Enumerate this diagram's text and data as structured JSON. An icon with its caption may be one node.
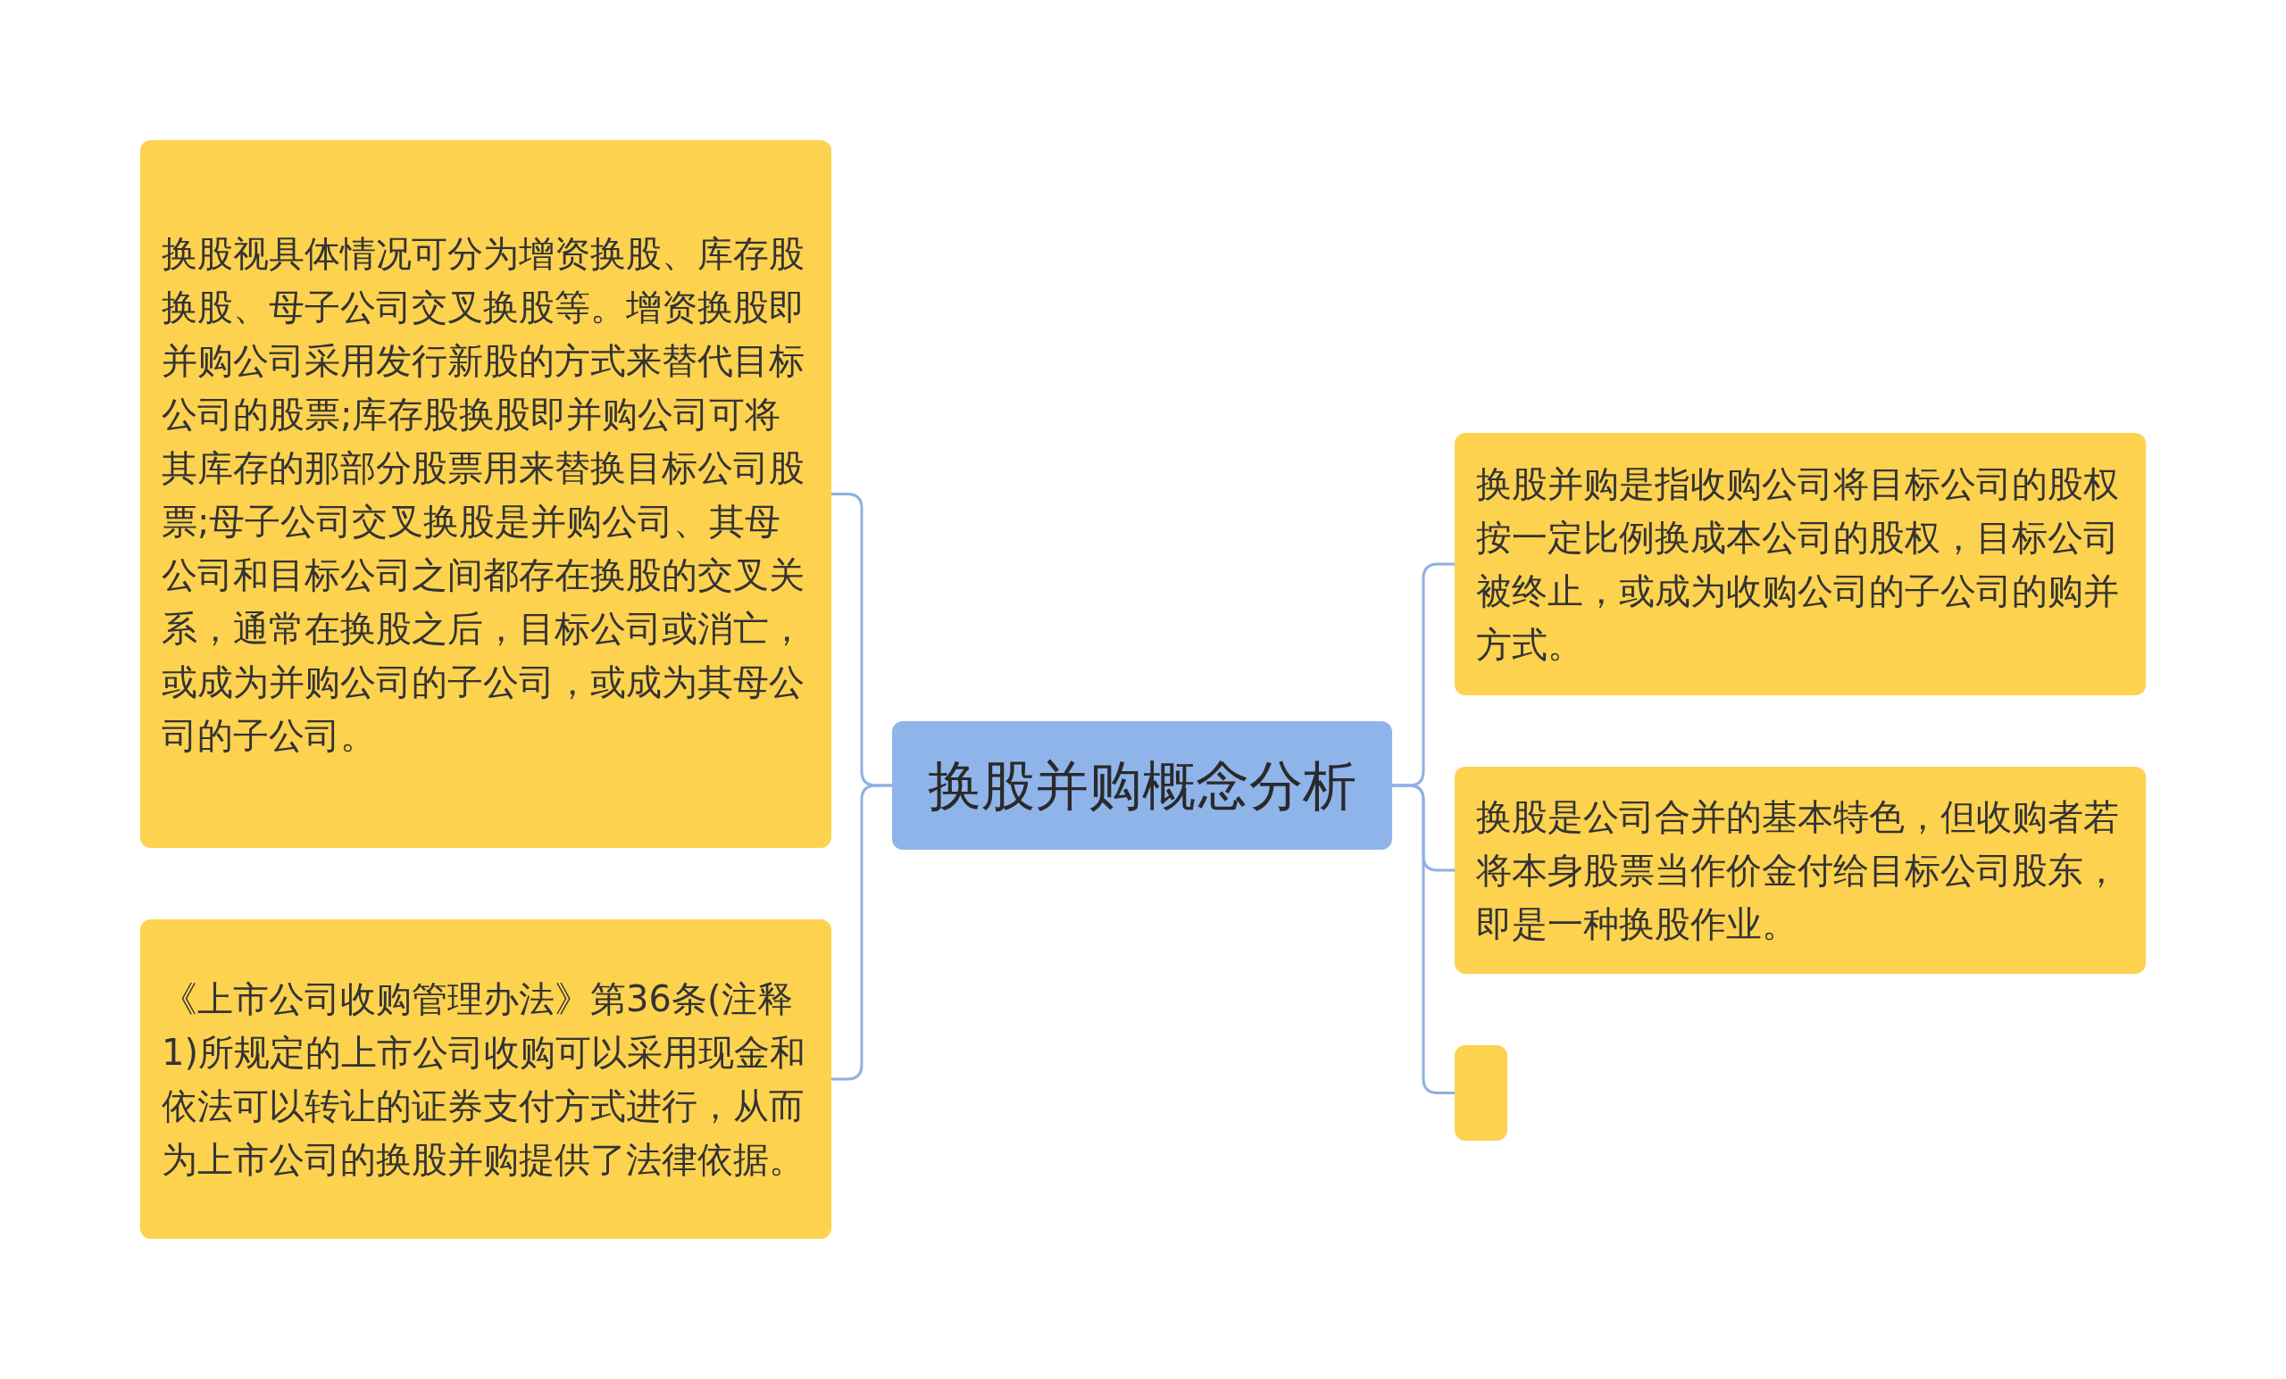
{
  "diagram": {
    "nodes": [
      {
        "text": [
          "换股并购概念分析"
        ]
      },
      {
        "text": [
          "换股视具体情况可分为增资换股、库存股换股、母子公司交叉换股等。增资换股即并购公司采用发行新股的方式来替代目标公司的股票;库存股换股即并购公司可将其库存的那部分股票用来替换目标公司股票;母子公司交叉换股是并购公司、其母公司和目标公司之间都存在换股的交叉关系，通常在换股之后，目标公司或消亡，或成为并购公司的子公司，或成为其母公司的子公司。"
        ]
      },
      {
        "text": [
          "《上市公司收购管理办法》第36条(注释1)所规定的上市公司收购可以采用现金和依法可以转让的证券支付方式进行，从而为上市公司的换股并购提供了法律依据。"
        ]
      },
      {
        "text": [
          "换股并购是指收购公司将目标公司的股权按一定比例换成本公司的股权，目标公司被终止，或成为收购公司的子公司的购并方式。"
        ]
      },
      {
        "text": [
          "换股是公司合并的基本特色，但收购者若将本身股票当作价金付给目标公司股东，即是一种换股作业。"
        ]
      },
      {
        "text": [],
        "shape": "box"
      }
    ],
    "edges": [
      {
        "from": 0,
        "to": 1,
        "arrow": "none"
      },
      {
        "from": 0,
        "to": 2,
        "arrow": "none"
      },
      {
        "from": 0,
        "to": 3,
        "arrow": "none"
      },
      {
        "from": 0,
        "to": 4,
        "arrow": "none"
      },
      {
        "from": 0,
        "to": 5,
        "arrow": "none"
      }
    ]
  }
}
